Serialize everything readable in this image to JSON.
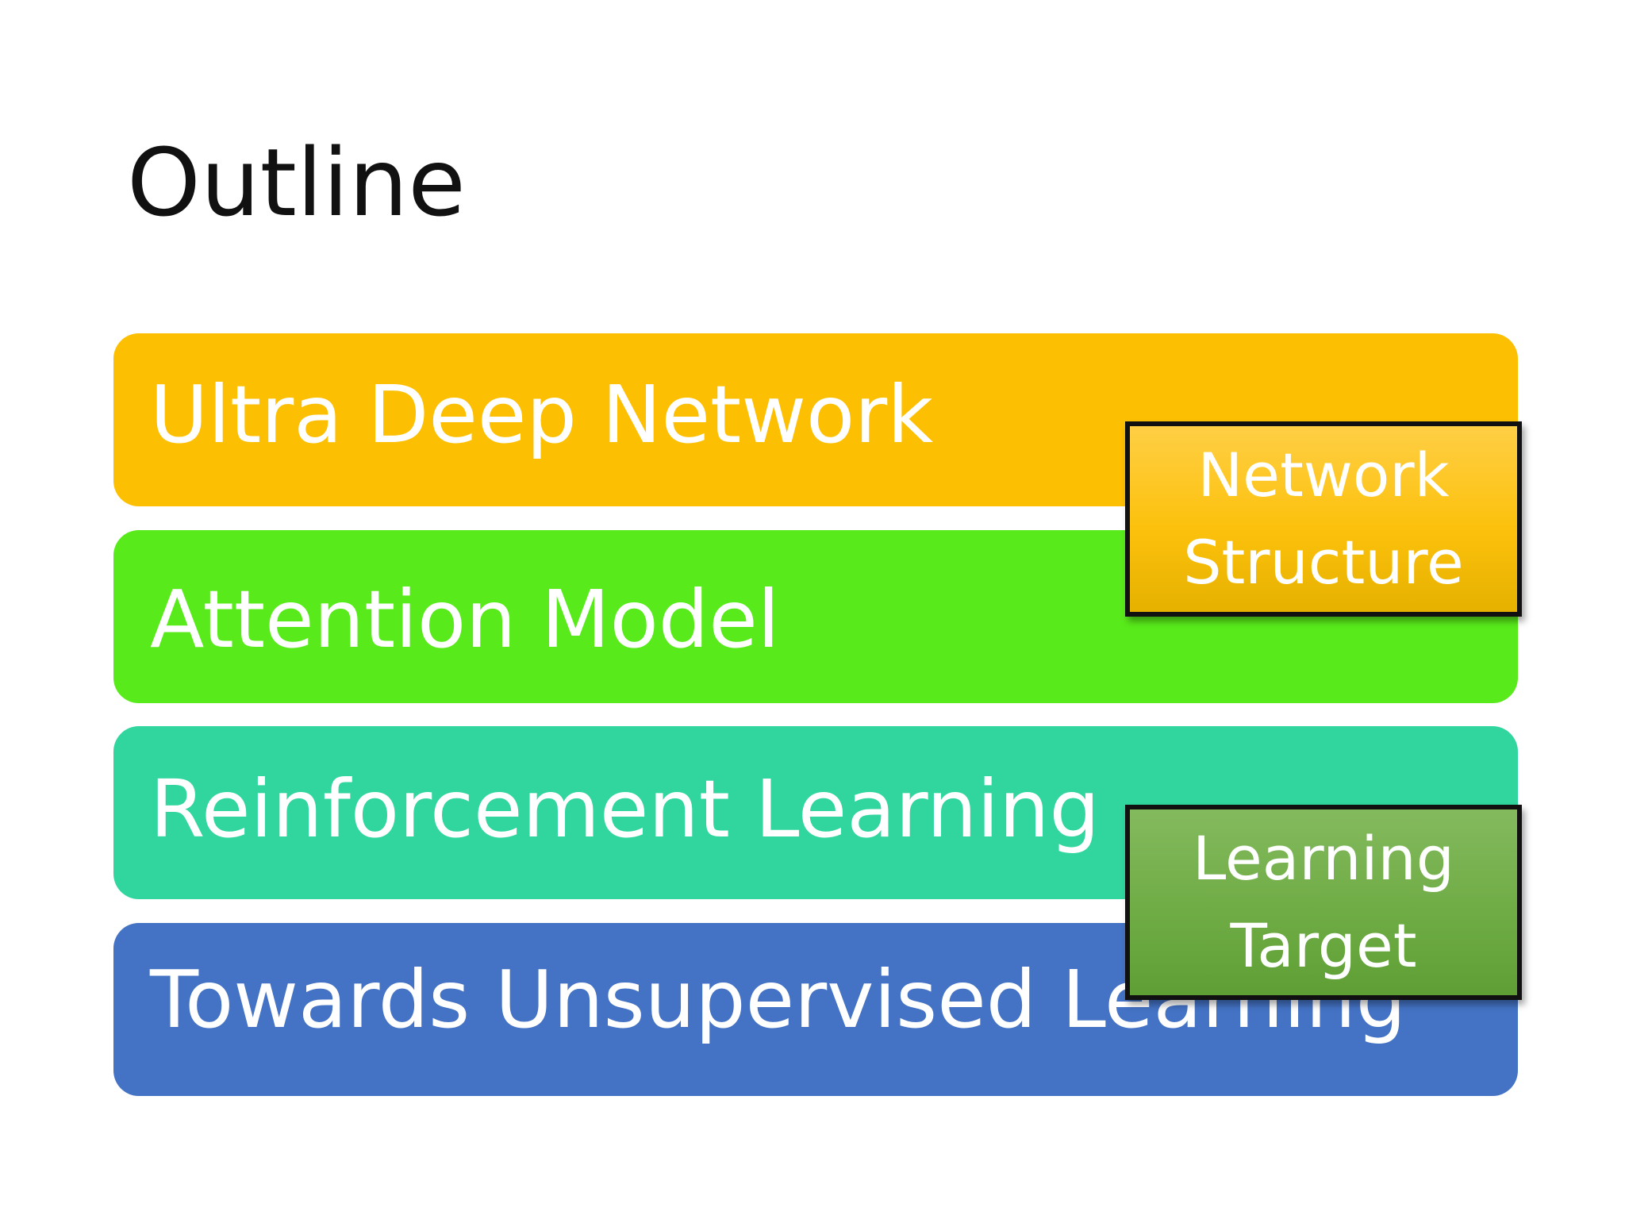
{
  "slide": {
    "title": "Outline",
    "items": [
      {
        "label": "Ultra Deep Network",
        "color": "#fcbf01"
      },
      {
        "label": "Attention Model",
        "color": "#58ea1a"
      },
      {
        "label": "Reinforcement Learning",
        "color": "#30d69e"
      },
      {
        "label": "Towards Unsupervised Learning",
        "color": "#4472c4"
      }
    ],
    "tags": [
      {
        "line1": "Network",
        "line2": "Structure",
        "color": "#fcc10c"
      },
      {
        "line1": "Learning",
        "line2": "Target",
        "color": "#6fac45"
      }
    ]
  }
}
